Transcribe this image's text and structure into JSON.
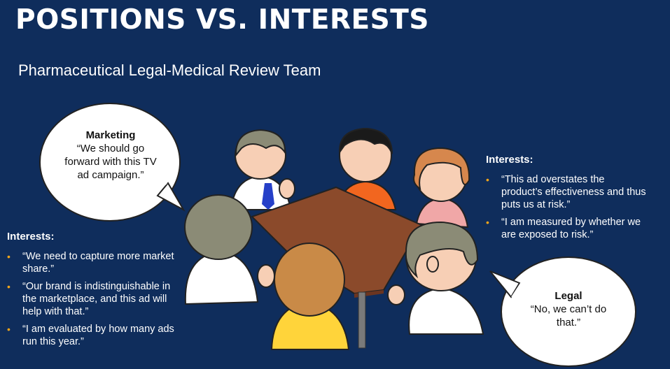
{
  "title": "POSITIONS VS. INTERESTS",
  "subtitle": "Pharmaceutical Legal-Medical Review Team",
  "marketing": {
    "speaker": "Marketing",
    "position": "“We should go forward with this TV ad campaign.”",
    "interests_heading": "Interests:",
    "interests": [
      "“We need to capture more market share.”",
      "“Our brand is indistinguishable in the marketplace, and this ad will help with that.”",
      "“I am evaluated by how many ads run this year.”"
    ]
  },
  "legal": {
    "speaker": "Legal",
    "position": "“No, we can’t do that.”",
    "interests_heading": "Interests:",
    "interests": [
      "“This ad overstates the product’s effectiveness and thus puts us at risk.”",
      "“I am measured by whether we are exposed to risk.”"
    ]
  },
  "colors": {
    "background": "#0f2d5c",
    "bullet": "#f2a51a",
    "table": "#8b4a2b"
  }
}
